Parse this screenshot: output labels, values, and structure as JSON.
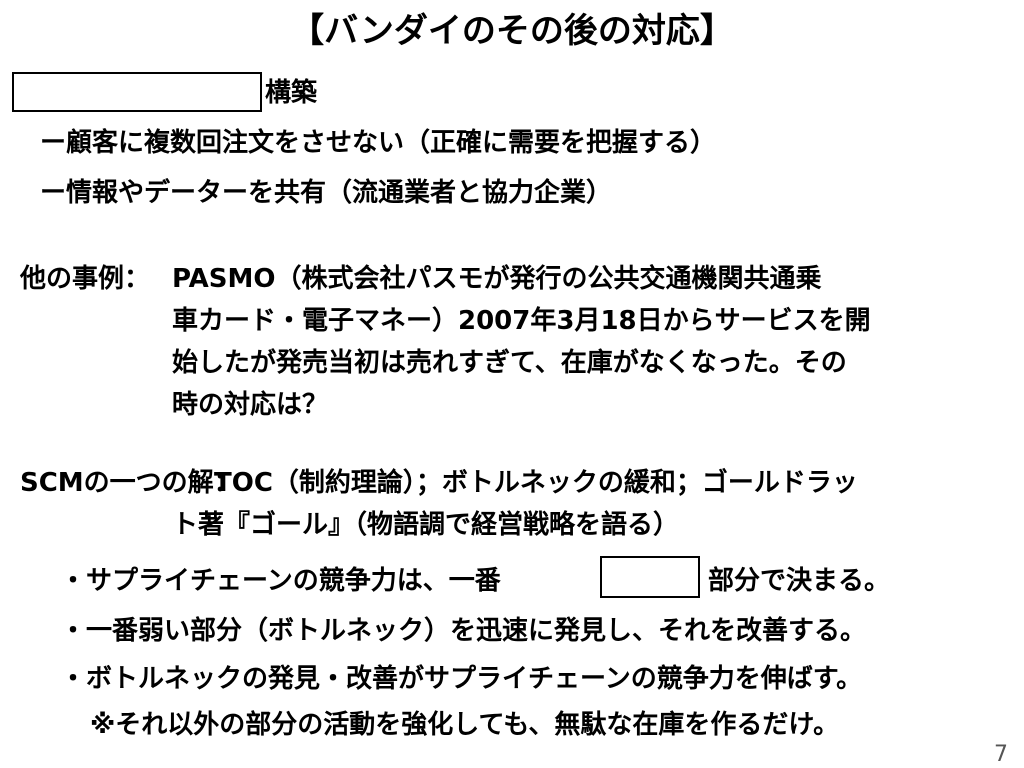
{
  "title": "【バンダイのその後の対応】",
  "section1": {
    "heading_suffix": "構築",
    "bullet1": "ー顧客に複数回注文をさせない（正確に需要を把握する）",
    "bullet2": "ー情報やデーターを共有（流通業者と協力企業）"
  },
  "example": {
    "label": "他の事例：",
    "line1": "PASMO（株式会社パスモが発行の公共交通機関共通乗",
    "line2": "車カード・電子マネー）2007年3月18日からサービスを開",
    "line3": "始したが発売当初は売れすぎて、在庫がなくなった。その",
    "line4": "時の対応は？"
  },
  "scm": {
    "label": "SCMの一つの解：",
    "line1": "TOC（制約理論）；ボトルネックの緩和；ゴールドラッ",
    "line2": "ト著『ゴール』（物語調で経営戦略を語る）"
  },
  "points": {
    "p1_before": "・サプライチェーンの競争力は、一番",
    "p1_after": "部分で決まる。",
    "p2": "・一番弱い部分（ボトルネック）を迅速に発見し、それを改善する。",
    "p3": "・ボトルネックの発見・改善がサプライチェーンの競争力を伸ばす。",
    "note": "※それ以外の部分の活動を強化しても、無駄な在庫を作るだけ。"
  },
  "page_number": "7"
}
